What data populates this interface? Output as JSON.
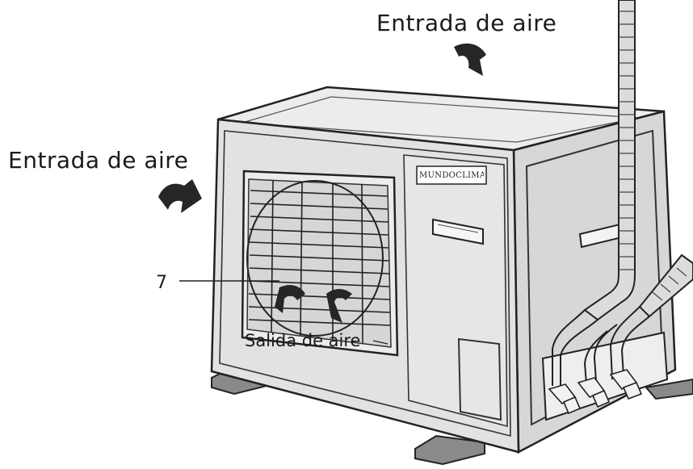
{
  "labels": {
    "air_inlet_top": "Entrada de aire",
    "air_inlet_left": "Entrada de aire",
    "air_outlet": "Salida de aire",
    "callout_number": "7"
  },
  "brand": "MUNDOCLIMA"
}
